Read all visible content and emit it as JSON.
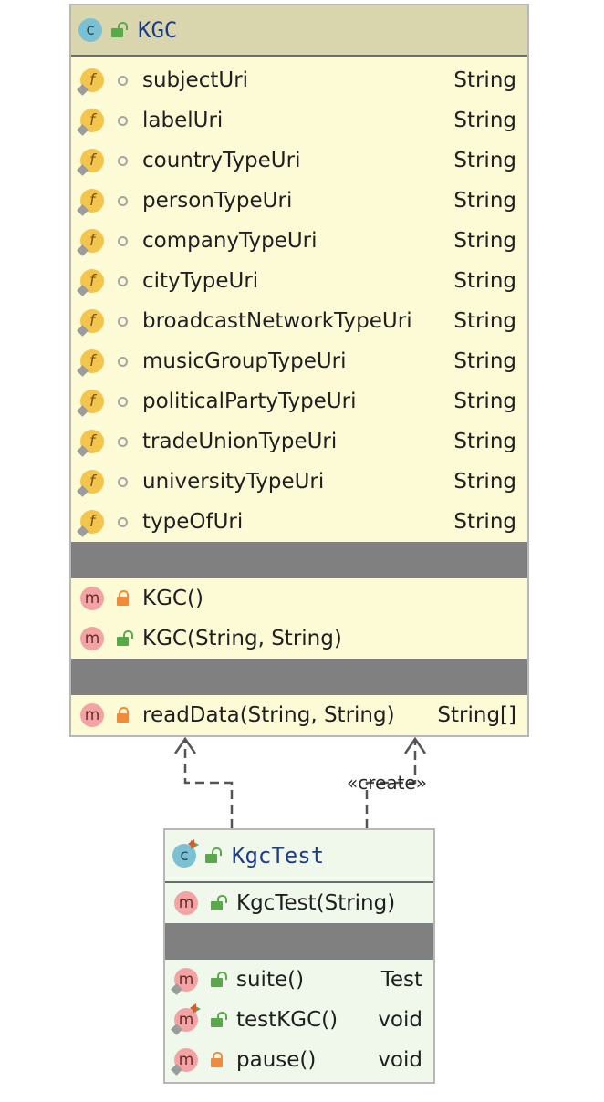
{
  "kgc": {
    "title": "KGC",
    "fields": [
      {
        "name": "subjectUri",
        "type": "String"
      },
      {
        "name": "labelUri",
        "type": "String"
      },
      {
        "name": "countryTypeUri",
        "type": "String"
      },
      {
        "name": "personTypeUri",
        "type": "String"
      },
      {
        "name": "companyTypeUri",
        "type": "String"
      },
      {
        "name": "cityTypeUri",
        "type": "String"
      },
      {
        "name": "broadcastNetworkTypeUri",
        "type": "String"
      },
      {
        "name": "musicGroupTypeUri",
        "type": "String"
      },
      {
        "name": "politicalPartyTypeUri",
        "type": "String"
      },
      {
        "name": "tradeUnionTypeUri",
        "type": "String"
      },
      {
        "name": "universityTypeUri",
        "type": "String"
      },
      {
        "name": "typeOfUri",
        "type": "String"
      }
    ],
    "constructors": [
      {
        "name": "KGC()",
        "type": ""
      },
      {
        "name": "KGC(String, String)",
        "type": ""
      }
    ],
    "methods": [
      {
        "name": "readData(String, String)",
        "type": "String[]"
      }
    ]
  },
  "kgctest": {
    "title": "KgcTest",
    "constructors": [
      {
        "name": "KgcTest(String)",
        "type": ""
      }
    ],
    "methods": [
      {
        "name": "suite()",
        "type": "Test"
      },
      {
        "name": "testKGC()",
        "type": "void"
      },
      {
        "name": "pause()",
        "type": "void"
      }
    ]
  },
  "relations": {
    "create_label": "«create»"
  },
  "icons": {
    "class": "class-icon",
    "field": "field-icon",
    "method": "method-icon",
    "public": "unlock-icon",
    "private": "lock-icon",
    "package": "package-dot-icon"
  },
  "colors": {
    "kgc_body": "#fdfad6",
    "kgc_header": "#d9d6ae",
    "kgctest_body": "#eff8ea",
    "separator": "#808080",
    "title": "#1e3c8c"
  }
}
